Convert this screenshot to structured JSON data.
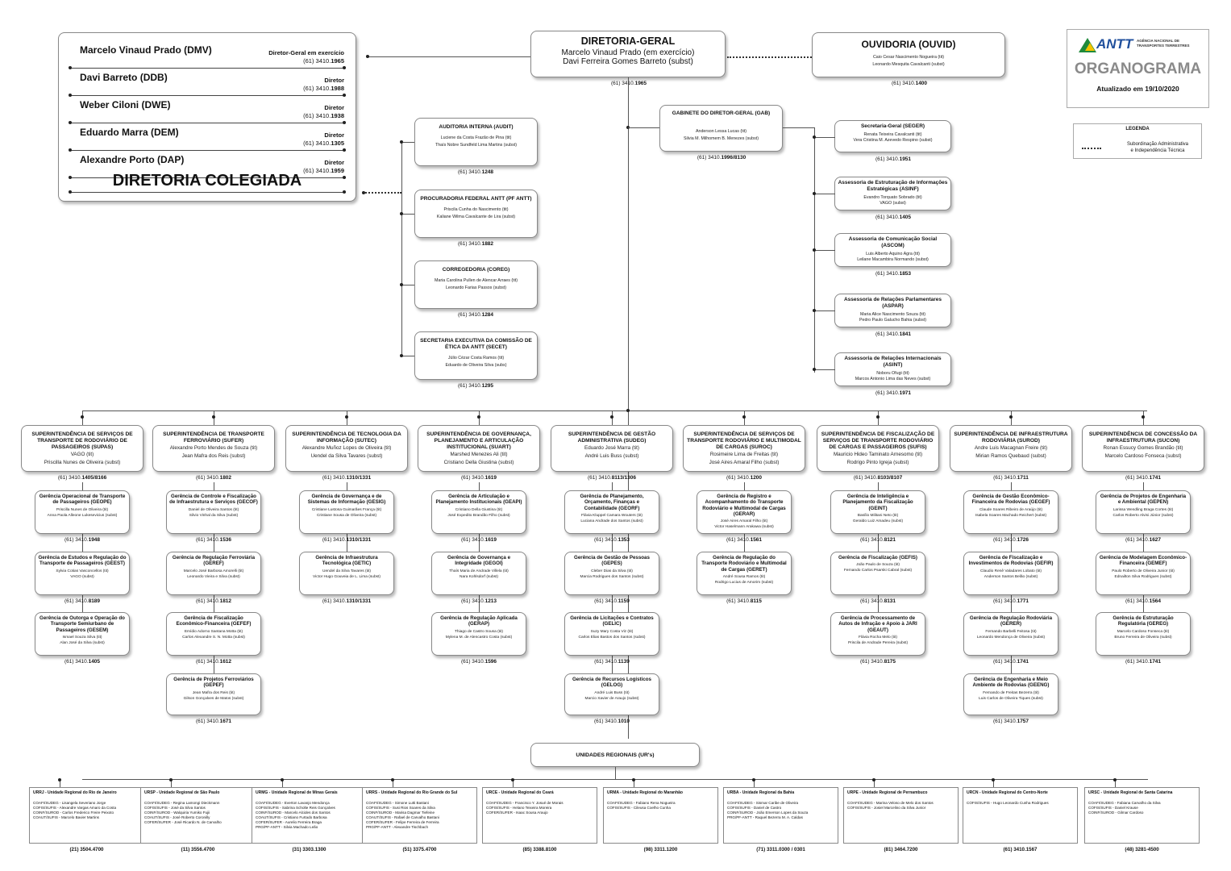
{
  "board": {
    "members": [
      {
        "name": "Marcelo Vinaud Prado (DMV)",
        "role": "Diretor-Geral em exercício",
        "phone_prefix": "(61) 3410.",
        "phone_suffix": "1965"
      },
      {
        "name": "Davi Barreto (DDB)",
        "role": "Diretor",
        "phone_prefix": "(61) 3410.",
        "phone_suffix": "1988"
      },
      {
        "name": "Weber Ciloni (DWE)",
        "role": "Diretor",
        "phone_prefix": "(61) 3410.",
        "phone_suffix": "1938"
      },
      {
        "name": "Eduardo Marra (DEM)",
        "role": "Diretor",
        "phone_prefix": "(61) 3410.",
        "phone_suffix": "1305"
      },
      {
        "name": "Alexandre Porto (DAP)",
        "role": "Diretor",
        "phone_prefix": "(61) 3410.",
        "phone_suffix": "1959"
      }
    ],
    "title": "DIRETORIA COLEGIADA"
  },
  "dg": {
    "title": "DIRETORIA-GERAL",
    "name1": "Marcelo Vinaud Prado (em exercício)",
    "name2": "Davi Ferreira Gomes Barreto (subst)",
    "phone_prefix": "(61) 3410.",
    "phone_suffix": "1965"
  },
  "ouvid": {
    "title": "OUVIDORIA (OUVID)",
    "name1": "Caio Cesar Nascimento Nogueira (tit)",
    "name2": "Leonardo Mesquita Cavalcanti (subst)",
    "phone_prefix": "(61) 3410.",
    "phone_suffix": "1400"
  },
  "logo": {
    "brand": "ANTT",
    "agency1": "AGÊNCIA NACIONAL DE",
    "agency2": "TRANSPORTES TERRESTRES",
    "title": "ORGANOGRAMA",
    "updated": "Atualizado em 19/10/2020",
    "colors": {
      "green": "#1f8a3b",
      "yellow": "#f5c400",
      "blue": "#1f4f9c",
      "grey": "#8a8a8a"
    }
  },
  "legend": {
    "title": "LEGENDA",
    "line1": "Subordinação Administrativa",
    "line2": "e Independência Técnica"
  },
  "gab": {
    "title": "GABINETE DO DIRETOR-GERAL (GAB)",
    "name1": "Anderson Lessa Lucas (tit)",
    "name2": "Silvia M. Milhomem B. Menezes (subst)",
    "phone_prefix": "(61) 3410.",
    "phone_suffix": "1996/8130"
  },
  "left_units": [
    {
      "title": "AUDITORIA INTERNA (AUDIT)",
      "name1": "Luciene da Costa Frazão de Pina (tit)",
      "name2": "Thaís Nobre Sundfeld Lima Martins (subst)",
      "phone_prefix": "(61) 3410.",
      "phone_suffix": "1248"
    },
    {
      "title": "PROCURADORIA FEDERAL ANTT (PF ANTT)",
      "name1": "Priscila Cunha do Nascimento (tit)",
      "name2": "Kaliane Wilma Cavalcante de Lira (subst)",
      "phone_prefix": "(61) 3410.",
      "phone_suffix": "1882"
    },
    {
      "title": "CORREGEDORIA (COREG)",
      "name1": "Maria Carolina Pullen de Alencar Arraes (tit)",
      "name2": "Leonardo Farias Passos (subst)",
      "phone_prefix": "(61) 3410.",
      "phone_suffix": "1284"
    },
    {
      "title": "SECRETARIA EXECUTIVA DA COMISSÃO DE ÉTICA DA ANTT (SECET)",
      "name1": "Júlio Cézar Costa Ramos (tit)",
      "name2": "Eduardo de Oliveira Silva (subs)",
      "phone_prefix": "(61) 3410.",
      "phone_suffix": "1295"
    }
  ],
  "right_units": [
    {
      "title": "Secretaria-Geral (SEGER)",
      "name1": "Renata Teixeira Cavalcanti (tit)",
      "name2": "Vera Cristina M. Azevedo Respino (subst)",
      "phone_prefix": "(61) 3410.",
      "phone_suffix": "1951"
    },
    {
      "title": "Assessoria de Estruturação de Informações Estratégicas (ASINF)",
      "name1": "Evandro Torquato Sobrado (tit)",
      "name2": "VAGO (subst)",
      "phone_prefix": "(61) 3410.",
      "phone_suffix": "1405"
    },
    {
      "title": "Assessoria de Comunicação Social (ASCOM)",
      "name1": "Luis Alberto Aquino Agra (tit)",
      "name2": "Leilane Macambira Normando (subst)",
      "phone_prefix": "(61) 3410.",
      "phone_suffix": "1853"
    },
    {
      "title": "Assessoria de Relações Parlamentares (ASPAR)",
      "name1": "Maria Alice Nascimento Souza (tit)",
      "name2": "Pedro Paulo Galucho Bahia (subst)",
      "phone_prefix": "(61) 3410.",
      "phone_suffix": "1841"
    },
    {
      "title": "Assessoria de Relações Internacionais (ASINT)",
      "name1": "Noboru Ofugi (tit)",
      "name2": "Marcos Antonio Lima das Neves (subst)",
      "phone_prefix": "(61) 3410.",
      "phone_suffix": "1971"
    }
  ],
  "superintendencias": [
    {
      "title": "SUPERINTENDÊNCIA DE SERVIÇOS DE TRANSPORTE DE RODOVIÁRIO DE PASSAGEIROS (SUPAS)",
      "name1": "VAGO (tit)",
      "name2": "Priscilla Nunes de Oliveira (subst)",
      "phone_prefix": "(61) 3410.",
      "phone_suffix": "1405/8166",
      "gerencias": [
        {
          "title": "Gerência Operacional de Transporte de Passageiros (GEOPE)",
          "name1": "Priscilla Nunes de Oliveira (tit)",
          "name2": "Anna Paola Alleone Lukesevicius (subst)",
          "phone_prefix": "(61) 3410.",
          "phone_suffix": "1948"
        },
        {
          "title": "Gerência de Estudos e Regulação do Transporte de Passageiros (GEEST)",
          "name1": "Sylvia Cotias Vasconcellos (tit)",
          "name2": "VAGO (subst)",
          "phone_prefix": "(61) 3410.",
          "phone_suffix": "8189"
        },
        {
          "title": "Gerência de Outorga e Operação do Transporte Semiurbano de Passageiros (GESEM)",
          "name1": "Ismael Souza Silva (tit)",
          "name2": "Alan José da Silva (subst)",
          "phone_prefix": "(61) 3410.",
          "phone_suffix": "1405"
        }
      ]
    },
    {
      "title": "SUPERINTENDÊNCIA DE TRANSPORTE FERROVIÁRIO (SUFER)",
      "name1": "Alexandre Porto Mendes de Souza (tit)",
      "name2": "Jean Mafra dos Reis (subst)",
      "phone_prefix": "(61) 3410.",
      "phone_suffix": "1802",
      "gerencias": [
        {
          "title": "Gerência de Controle e Fiscalização de Infraestrutura e Serviços (GECOF)",
          "name1": "Daniel de Oliveira Santos (tit)",
          "name2": "Silvio Vinhal da Silva (subst)",
          "phone_prefix": "(61) 3410.",
          "phone_suffix": "1536"
        },
        {
          "title": "Gerência de Regulação Ferroviária (GEREF)",
          "name1": "Marcelo José Barbosa Amorelli (tit)",
          "name2": "Leonardo Vieira e Silva (subst)",
          "phone_prefix": "(61) 3410.",
          "phone_suffix": "1812"
        },
        {
          "title": "Gerência de Fiscalização Econômico-Financeira (GEFEF)",
          "name1": "Emídio Adorno Santana Motta (tit)",
          "name2": "Carlos Alexandre S. N. Motta (subst)",
          "phone_prefix": "(61) 3410.",
          "phone_suffix": "1612"
        },
        {
          "title": "Gerência de Projetos Ferroviários (GEPEF)",
          "name1": "Jean Mafra dos Reis (tit)",
          "name2": "Gilson Gonçalves de Matos (subst)",
          "phone_prefix": "(61) 3410.",
          "phone_suffix": "1671"
        }
      ]
    },
    {
      "title": "SUPERINTENDÊNCIA DE TECNOLOGIA DA INFORMAÇÃO (SUTEC)",
      "name1": "Alexandre Muñoz Lopes de Oliveira (tit)",
      "name2": "Uendel da Silva Tavares (subst)",
      "phone_prefix": "(61) 3410.",
      "phone_suffix": "1310/1331",
      "gerencias": [
        {
          "title": "Gerência de Governança e de Sistemas de Informação (GESIG)",
          "name1": "Cristiane Lustosa Guimarães França (tit)",
          "name2": "Cristiane Sousa de Oliveira (subst)",
          "phone_prefix": "(61) 3410.",
          "phone_suffix": "1310/1331"
        },
        {
          "title": "Gerência de Infraestrutura Tecnológica (GETIC)",
          "name1": "Uendel da Silva Tavares (tit)",
          "name2": "Victor Hugo Gouveia de L. Lima (subst)",
          "phone_prefix": "(61) 3410.",
          "phone_suffix": "1310/1331"
        }
      ]
    },
    {
      "title": "SUPERINTENDÊNCIA DE GOVERNANÇA, PLANEJAMENTO E ARTICULAÇÃO INSTITUCIONAL (SUART)",
      "name1": "Marshed Menezes Ali (tit)",
      "name2": "Cristiano Della Giustina (subst)",
      "phone_prefix": "(61) 3410.",
      "phone_suffix": "1619",
      "gerencias": [
        {
          "title": "Gerência de Articulação e Planejamento Institucionais (GEAPI)",
          "name1": "Cristiano Della Giustina (tit)",
          "name2": "José Expedito Brandão Filho (subst)",
          "phone_prefix": "(61) 3410.",
          "phone_suffix": "1619"
        },
        {
          "title": "Gerência de Governança e Integridade (GEGOI)",
          "name1": "Thaís Maria de Andrade Villela (tit)",
          "name2": "Nara Kohlsdorf (subst)",
          "phone_prefix": "(61) 3410.",
          "phone_suffix": "1213"
        },
        {
          "title": "Gerência de Regulação Aplicada (GERAP)",
          "name1": "Thiago de Castro Sousa (tit)",
          "name2": "Mylena M. de Alencastro Costa (subst)",
          "phone_prefix": "(61) 3410.",
          "phone_suffix": "1596"
        }
      ]
    },
    {
      "title": "SUPERINTENDÊNCIA DE GESTÃO ADMINISTRATIVA (SUDEG)",
      "name1": "Eduardo José Marra (tit)",
      "name2": "André Luis Buss (subst)",
      "phone_prefix": "(61) 3410.",
      "phone_suffix": "8113/1306",
      "gerencias": [
        {
          "title": "Gerência de Planejamento, Orçamento, Finanças e Contabilidade (GEORF)",
          "name1": "Flávia Kluppel Camara Wouters (tit)",
          "name2": "Luciana Andrade dos Santos (subst)",
          "phone_prefix": "(61) 3410.",
          "phone_suffix": "1353"
        },
        {
          "title": "Gerência de Gestão de Pessoas (GEPES)",
          "name1": "Cleber Dias da Silva (tit)",
          "name2": "Marcia Rodrigues dos Santos (subst)",
          "phone_prefix": "(61) 3410.",
          "phone_suffix": "1159"
        },
        {
          "title": "Gerência de Licitações e Contratos (GELIC)",
          "name1": "Suzy Mary Costa Viz (tit)",
          "name2": "Carlos Elias Bastos dos Santos (subst)",
          "phone_prefix": "(61) 3410.",
          "phone_suffix": "1139"
        },
        {
          "title": "Gerência de Recursos Logísticos (GELOG)",
          "name1": "André Luis Buss (tit)",
          "name2": "Marcio Xavier de Araujo (subst)",
          "phone_prefix": "(61) 3410.",
          "phone_suffix": "1010"
        }
      ]
    },
    {
      "title": "SUPERINTENDÊNCIA DE SERVIÇOS DE TRANSPORTE RODOVIÁRIO E MULTIMODAL DE CARGAS (SUROC)",
      "name1": "Rosimeire Lima de Freitas (tit)",
      "name2": "José Aires Amaral Filho (subst)",
      "phone_prefix": "(61) 3410.",
      "phone_suffix": "1200",
      "gerencias": [
        {
          "title": "Gerência de Registro e Acompanhamento do Transporte Rodoviário e Multimodal de Cargas (GERAR)",
          "name1": "José Aires Amaral Filho (tit)",
          "name2": "Victor Haselmann Arakawa (subst)",
          "phone_prefix": "(61) 3410.",
          "phone_suffix": "1561"
        },
        {
          "title": "Gerência de Regulação do Transporte Rodoviário e Multimodal de Cargas (GERET)",
          "name1": "André Sousa Ramos (tit)",
          "name2": "Rodrigo Lucius de Amorim (subst)",
          "phone_prefix": "(61) 3410.",
          "phone_suffix": "8115"
        }
      ]
    },
    {
      "title": "SUPERINTENDÊNCIA DE FISCALIZAÇÃO DE SERVIÇOS DE TRANSPORTE RODOVIÁRIO DE CARGAS E PASSAGEIROS (SUFIS)",
      "name1": "Mauricio Hideo Taminato Arnesomo (tit)",
      "name2": "Rodrigo Pinto Igreja (subst)",
      "phone_prefix": "(61) 3410.",
      "phone_suffix": "8103/8107",
      "gerencias": [
        {
          "title": "Gerência de Inteligência e Planejamento da Fiscalização (GEINT)",
          "name1": "Basílio Militani Neto (tit)",
          "name2": "Geraldo Luiz Amadeu (subst)",
          "phone_prefix": "(61) 3410.",
          "phone_suffix": "8121"
        },
        {
          "title": "Gerência de Fiscalização (GEFIS)",
          "name1": "João Paulo de Souza (tit)",
          "name2": "Fernando Carlos Psarski Cabral (subst)",
          "phone_prefix": "(61) 3410.",
          "phone_suffix": "8131"
        },
        {
          "title": "Gerência de Processamento de Autos de Infração e Apoio à JARI (GEAUT)",
          "name1": "Flávia Rocha Melo (tit)",
          "name2": "Priscila de Andrade Pereira (subst)",
          "phone_prefix": "(61) 3410.",
          "phone_suffix": "8175"
        }
      ]
    },
    {
      "title": "SUPERINTENDÊNCIA DE INFRAESTRUTURA RODOVIÁRIA (SUROD)",
      "name1": "Andre Luis Macagnan Freire (tit)",
      "name2": "Mirian Ramos Quebaud (subst)",
      "phone_prefix": "(61) 3410.",
      "phone_suffix": "1711",
      "gerencias": [
        {
          "title": "Gerência de Gestão Econômico-Financeira de Rodovias (GEGEF)",
          "name1": "Claude Soares Ribeiro de Araújo (tit)",
          "name2": "Isabela Soares Machado Reichert (subst)",
          "phone_prefix": "(61) 3410.",
          "phone_suffix": "1726"
        },
        {
          "title": "Gerência de Fiscalização e Investimentos de Rodovias (GEFIR)",
          "name1": "Claudio Renê Valadares Lobato (tit)",
          "name2": "Anderson Santos Belão (subst)",
          "phone_prefix": "(61) 3410.",
          "phone_suffix": "1771"
        },
        {
          "title": "Gerência de Regulação Rodoviária (GERER)",
          "name1": "Fernando Barbelli Feitosa (tit)",
          "name2": "Leonardo Mendonça de Oliveira (subst)",
          "phone_prefix": "(61) 3410.",
          "phone_suffix": "1741"
        },
        {
          "title": "Gerência de Engenharia e Meio Ambiente de Rodovias (GEENG)",
          "name1": "Fernando de Freitas Bezerra (tit)",
          "name2": "Luis Carlos de Oliveira Tiques (subst)",
          "phone_prefix": "(61) 3410.",
          "phone_suffix": "1757"
        }
      ]
    },
    {
      "title": "SUPERINTENDÊNCIA DE CONCESSÃO DA INFRAESTRUTURA (SUCON)",
      "name1": "Ronan Essucy Gomes Brandão (tit)",
      "name2": "Marcelo Cardoso Fonseca (subst)",
      "phone_prefix": "(61) 3410.",
      "phone_suffix": "1741",
      "gerencias": [
        {
          "title": "Gerência de Projetos de Engenharia e Ambiental (GEPEN)",
          "name1": "Larissa Wendling Braga Cortes (tit)",
          "name2": "Carlos Roberto Alvisi Júnior (subst)",
          "phone_prefix": "(61) 3410.",
          "phone_suffix": "1627"
        },
        {
          "title": "Gerência de Modelagem Econômico-Financeira (GEMEF)",
          "name1": "Paulo Roberto de Oliveira Junior (tit)",
          "name2": "Ednailton Silva Rodrigues (subst)",
          "phone_prefix": "(61) 3410.",
          "phone_suffix": "1564"
        },
        {
          "title": "Gerência de Estruturação Regulatória (GEREG)",
          "name1": "Marcelo Cardoso Fonseca (tit)",
          "name2": "Bruno Ferreira de Oliveira (subst)",
          "phone_prefix": "(61) 3410.",
          "phone_suffix": "1741"
        }
      ]
    }
  ],
  "urs_title": "UNIDADES REGIONAIS (UR's)",
  "urs": [
    {
      "title": "URRJ - Unidade Regional do Rio de Janeiro",
      "lines": [
        "COAFI/SUDEG - Lisangela Severiano Jorge",
        "COFIS/SUFIS - Alexandre Vargas Amaro da Costa",
        "COINF/SUROD - Carlos Frederico Freire Peixoto",
        "COAUT/SUFIS - Marcelo Bavier Martins"
      ],
      "phone": "(21) 3504.4700"
    },
    {
      "title": "URSP - Unidade Regional de São Paulo",
      "lines": [
        "COAFI/SUDEG - Regina Lamongi Dieckmann",
        "COFIS/SUFIS - José da Silva Santos",
        "COINF/SUROD - Walquiria Yumiko Fujii",
        "COAUT/SUFIS - José Roberto Coronilly",
        "COFER/SUFER - José Ricardo N. de Carvalho"
      ],
      "phone": "(11) 3556.4700"
    },
    {
      "title": "URMG - Unidade Regional de Minas Gerais",
      "lines": [
        "COAFI/SUDEG - Everton Lavanjo Mendonça",
        "COFIS/SUFIS - Sabrina Scholte Reis Gonçalves",
        "COINF/SUROD - Marcelo Alcides dos Santos",
        "COAUT/SUFIS - Cristiano Furtado Barbosa",
        "COFER/SUFER - Aurelio Ferreira Braga",
        "PRG/PF-ANTT - Silvia Machado Leão"
      ],
      "phone": "(31) 3303.1300"
    },
    {
      "title": "URRS - Unidade Regional do Rio Grande do Sul",
      "lines": [
        "COAFI/SUDEG - Simone Lutti Bastani",
        "COFIS/SUFIS - Susi Rios Soares da Silva",
        "COINF/SUROD - Marisa Dagmar Tiefeine",
        "COAUT/SUFIS - Rafael de Carvalho Bastani",
        "COFER/SUFER - Felipe Ferreira de Ferreira",
        "PRG/PF-ANTT - Alexandre Tischbach"
      ],
      "phone": "(51) 3375.4700"
    },
    {
      "title": "URCE - Unidade Regional do Ceará",
      "lines": [
        "COAFI/SUDEG - Francisco Y. Josué de Morais",
        "COFIS/SUFIS - Helano Teixeira Moreira",
        "COFER/SUFER - Isaac Sousa Araujo"
      ],
      "phone": "(85) 3388.8100"
    },
    {
      "title": "URMA - Unidade Regional do Maranhão",
      "lines": [
        "COAFI/SUDEG - Fabiano Rena Nogueira",
        "COFIS/SUFIS - Cileusa Coelho Cunha"
      ],
      "phone": "(98) 3311.1200"
    },
    {
      "title": "URBA - Unidade Regional da Bahia",
      "lines": [
        "COAFI/SUDEG - Sismar Caribe de Oliveira",
        "COFIS/SUFIS - Daniel de Castro",
        "COINF/SUROD - João Emerson Lopes da Souza",
        "PRG/PF-ANTT - Raquel Bezerra M. A. Caldas"
      ],
      "phone": "(71) 3311.0300 / 0301"
    },
    {
      "title": "URPE - Unidade Regional de Pernambuco",
      "lines": [
        "COAFI/SUDEG - Marina Veloso de Melo dos Santos",
        "COFIS/SUFIS - Josiel Marcelino da Silva Junior"
      ],
      "phone": "(81) 3464.7200"
    },
    {
      "title": "URCN - Unidade Regional do Centro-Norte",
      "lines": [
        "COFIS/SUFIS - Hugo Leonardo Cunha Rodrigues"
      ],
      "phone": "(61) 3410.1567"
    },
    {
      "title": "URSC - Unidade Regional de Santa Catarina",
      "lines": [
        "COAFI/SUDEG - Fabiana Carvalho da Silva",
        "COFIS/SUFIS - Daniel Krause",
        "COINF/SUROD - Gilmar Cardoso"
      ],
      "phone": "(48) 3281-4500"
    }
  ]
}
